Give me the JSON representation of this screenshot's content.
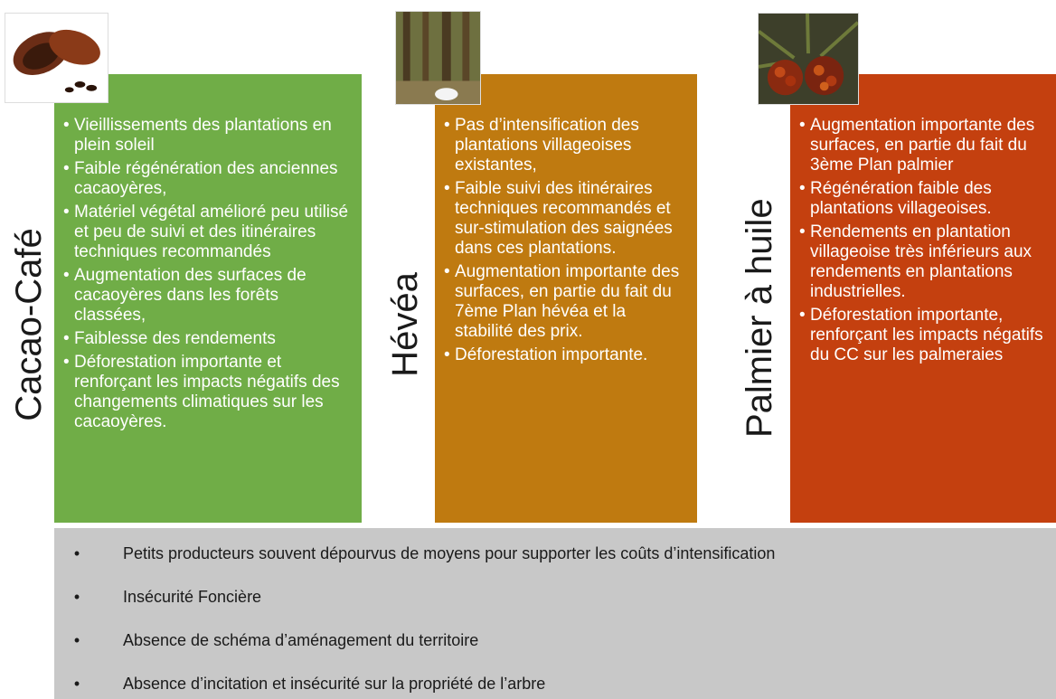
{
  "columns": [
    {
      "title": "Cacao-Café",
      "color": "#70ad47",
      "image": "cocoa-pod-icon",
      "bullets": [
        "Vieillissements des plantations en plein soleil",
        "Faible régénération des anciennes cacaoyères,",
        "Matériel végétal amélioré peu utilisé et peu de suivi et des itinéraires techniques recommandés",
        "Augmentation des surfaces de cacaoyères dans les forêts classées,",
        "Faiblesse des rendements",
        "Déforestation importante et renforçant les impacts négatifs des changements climatiques sur les cacaoyères."
      ]
    },
    {
      "title": "Hévéa",
      "color": "#bf7a10",
      "image": "rubber-tree-icon",
      "bullets": [
        "Pas d’intensification des plantations villageoises existantes,",
        "Faible suivi des itinéraires techniques recommandés et sur-stimulation des saignées dans ces plantations.",
        "Augmentation importante des surfaces, en partie du fait du 7ème Plan hévéa et la stabilité des prix.",
        "Déforestation importante."
      ]
    },
    {
      "title": "Palmier à huile",
      "color": "#c4400f",
      "image": "oil-palm-fruit-icon",
      "bullets": [
        "Augmentation importante des surfaces, en partie du fait du 3ème Plan palmier",
        "Régénération faible des plantations villageoises.",
        "Rendements en plantation villageoise très inférieurs aux rendements en plantations industrielles.",
        "Déforestation importante, renforçant les impacts négatifs du CC sur les palmeraies"
      ]
    }
  ],
  "footer_bullets": [
    "Petits producteurs souvent dépourvus de moyens pour supporter les coûts d’intensification",
    "Insécurité Foncière",
    "Absence de schéma d’aménagement du territoire",
    "Absence d’incitation et insécurité sur la propriété de l’arbre"
  ],
  "footer_bullet_glyph": "•",
  "footer_color": "#c8c8c8"
}
